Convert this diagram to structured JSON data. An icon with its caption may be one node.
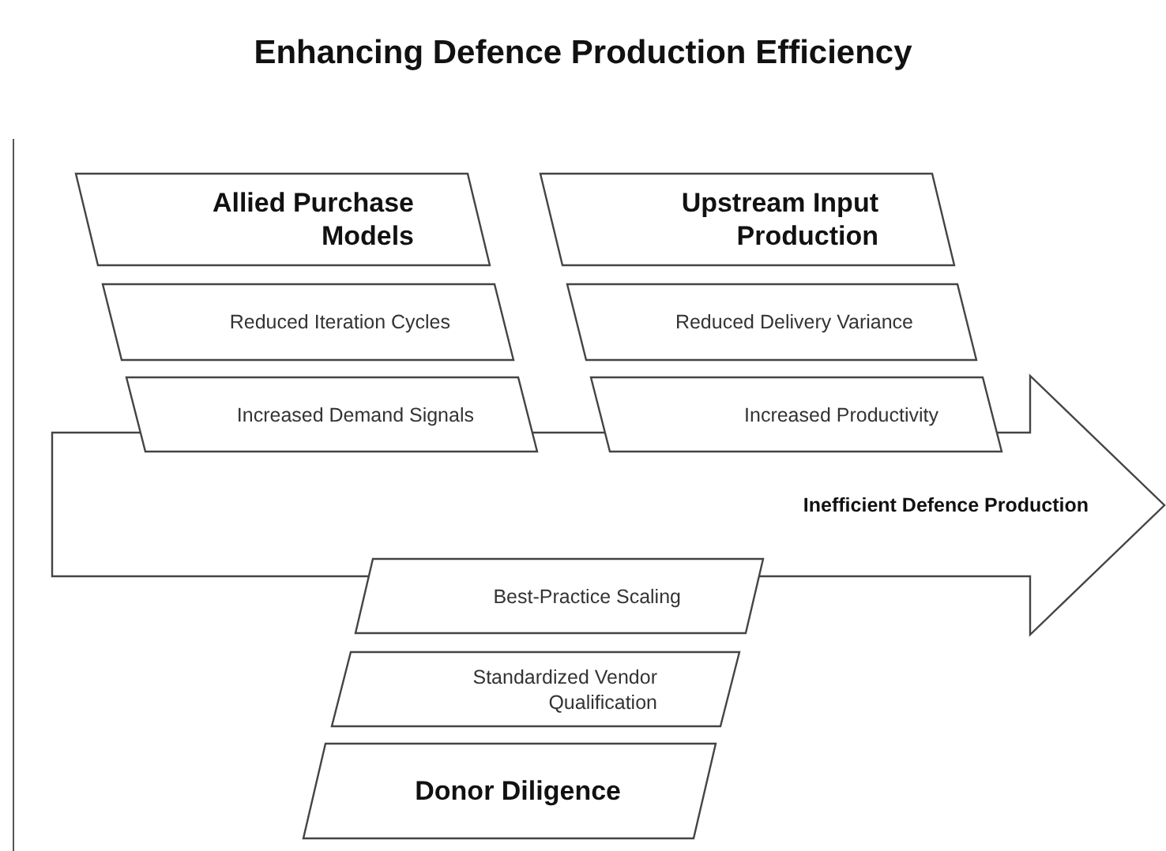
{
  "diagram": {
    "title": "Enhancing Defence Production Efficiency",
    "nodes": [
      {
        "text": [
          "Allied Purchase Models"
        ]
      },
      {
        "text": [
          "Upstream Input Production"
        ]
      },
      {
        "text": [
          "Reduced Iteration Cycles"
        ]
      },
      {
        "text": [
          "Reduced Delivery Variance"
        ]
      },
      {
        "text": [
          "Increased Demand Signals"
        ]
      },
      {
        "text": [
          "Increased Productivity"
        ]
      },
      {
        "text": [
          "Inefficient Defence Production"
        ]
      },
      {
        "text": [
          "Best-Practice Scaling"
        ]
      },
      {
        "text": [
          "Standardized Vendor Qualification"
        ]
      },
      {
        "text": [
          "Donor Diligence"
        ]
      }
    ],
    "edges": []
  }
}
